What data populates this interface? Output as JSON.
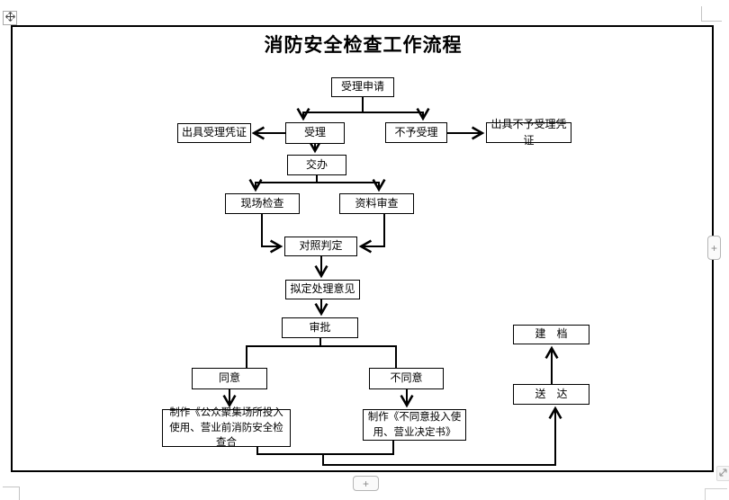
{
  "title": "消防安全检查工作流程",
  "flowchart": {
    "nodes": {
      "accept_application": "受理申请",
      "issue_acceptance_receipt": "出具受理凭证",
      "accept": "受理",
      "reject": "不予受理",
      "issue_rejection_receipt": "出具不予受理凭证",
      "assign": "交办",
      "onsite_inspection": "现场检查",
      "document_review": "资料审查",
      "comparison_judgment": "对照判定",
      "draft_opinion": "拟定处理意见",
      "approval": "审批",
      "agree": "同意",
      "disagree": "不同意",
      "make_pass_certificate": "制作《公众聚集场所投入使用、营业前消防安全检查合",
      "make_rejection_decision": "制作《不同意投入使用、营业决定书》",
      "filing": "建　档",
      "delivery": "送　达"
    }
  },
  "buttons": {
    "expand_right": "+",
    "expand_bottom": "+"
  },
  "icons": {
    "move_handle": "four-way-move-icon",
    "resize_corner": "diagonal-resize-icon"
  }
}
